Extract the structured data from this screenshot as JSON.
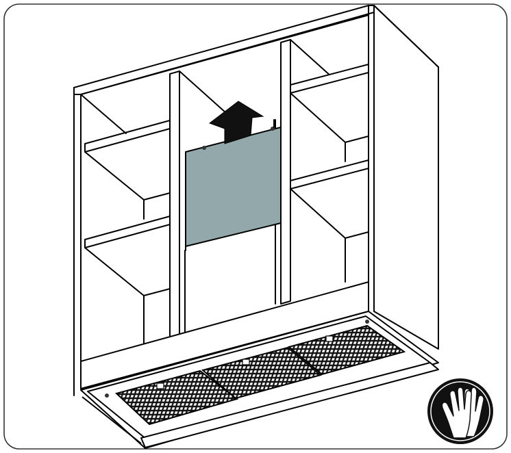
{
  "diagram": {
    "subject": "cabinet-hood-filter-panel-removal",
    "filter_panel_color": "#93A8AA",
    "line_color": "#000000",
    "background_color": "#FFFFFF",
    "mesh_filter_count": 3,
    "shelf_compartments": 6,
    "action_arrow": "up",
    "safety_badge": "gloves-icon"
  }
}
